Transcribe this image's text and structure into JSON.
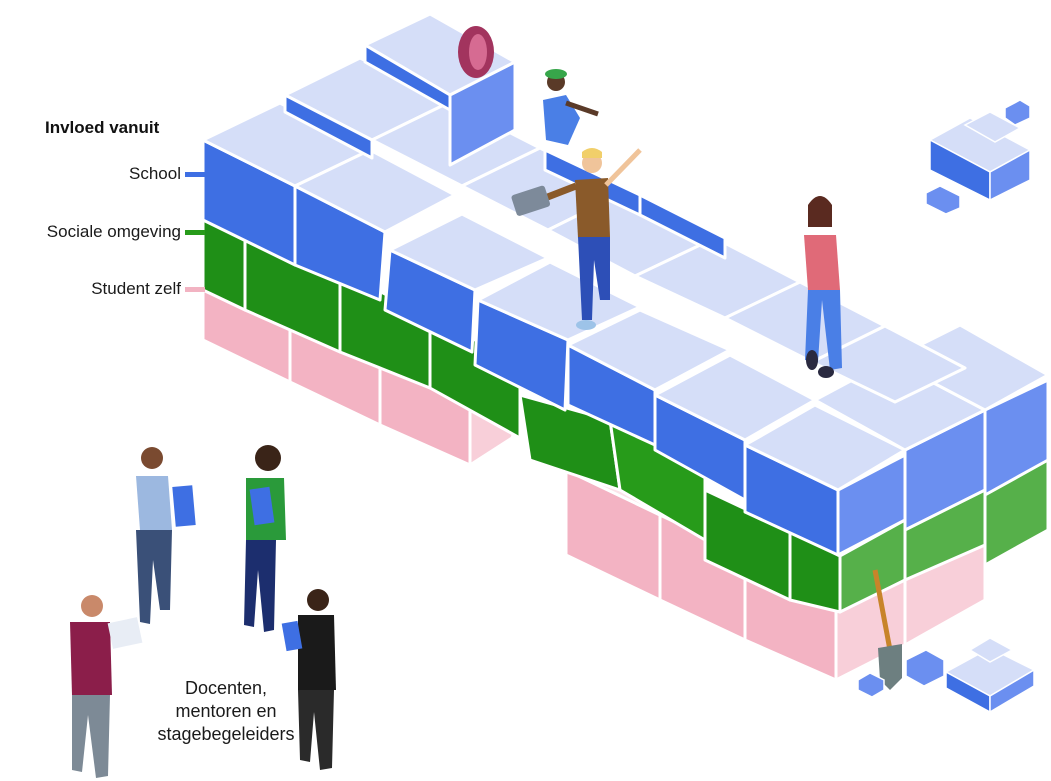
{
  "legend": {
    "title": "Invloed vanuit",
    "items": [
      {
        "label": "School",
        "color": "#3e6fe3"
      },
      {
        "label": "Sociale omgeving",
        "color": "#279b1a"
      },
      {
        "label": "Student zelf",
        "color": "#f2b3c2"
      }
    ]
  },
  "caption": {
    "lines": [
      "Docenten,",
      "mentoren en",
      "stagebegeleiders"
    ]
  },
  "colors": {
    "school_front": "#3e6fe3",
    "school_top": "#d5def8",
    "school_side": "#6b8ff0",
    "social_front": "#1f8f17",
    "social_side": "#56b04a",
    "student_front": "#f3b3c3",
    "student_side": "#f8cfd9"
  },
  "icons": [
    "backpack-icon",
    "brick-pile-icon",
    "shovel-icon",
    "person-icon"
  ]
}
